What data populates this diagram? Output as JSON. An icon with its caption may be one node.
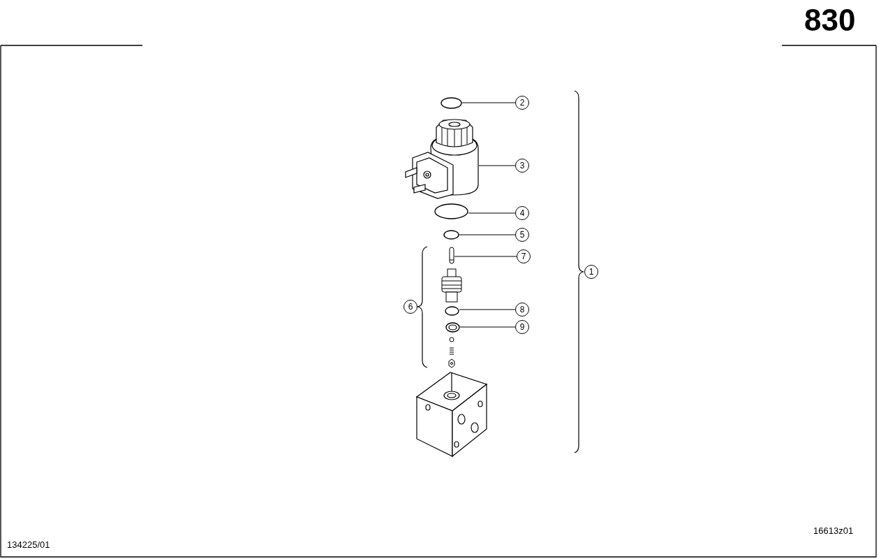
{
  "diagram": {
    "nodes": [
      {
        "text": [
          "1"
        ]
      },
      {
        "text": [
          "2"
        ]
      },
      {
        "text": [
          "3"
        ]
      },
      {
        "text": [
          "4"
        ]
      },
      {
        "text": [
          "5"
        ]
      },
      {
        "text": [
          "6"
        ]
      },
      {
        "text": [
          "7"
        ]
      },
      {
        "text": [
          "8"
        ]
      },
      {
        "text": [
          "9"
        ]
      },
      {
        "text": [],
        "shape": "circle"
      },
      {
        "text": [],
        "shape": "picture"
      },
      {
        "text": [],
        "shape": "circle"
      },
      {
        "text": [],
        "shape": "circle"
      },
      {
        "text": [],
        "shape": "picture"
      },
      {
        "text": [],
        "shape": "circle"
      },
      {
        "text": [],
        "shape": "picture"
      }
    ],
    "edges": [
      {
        "from": 1,
        "to": 9,
        "arrow": "none"
      },
      {
        "from": 2,
        "to": 10,
        "arrow": "none"
      },
      {
        "from": 3,
        "to": 11,
        "arrow": "none"
      },
      {
        "from": 4,
        "to": 12,
        "arrow": "none"
      },
      {
        "from": 6,
        "to": 13,
        "arrow": "none"
      },
      {
        "from": 7,
        "to": 14,
        "arrow": "none"
      },
      {
        "from": 8,
        "to": 15,
        "arrow": "none"
      }
    ],
    "labels": [
      "830",
      "16613z01",
      "134225/01"
    ]
  }
}
